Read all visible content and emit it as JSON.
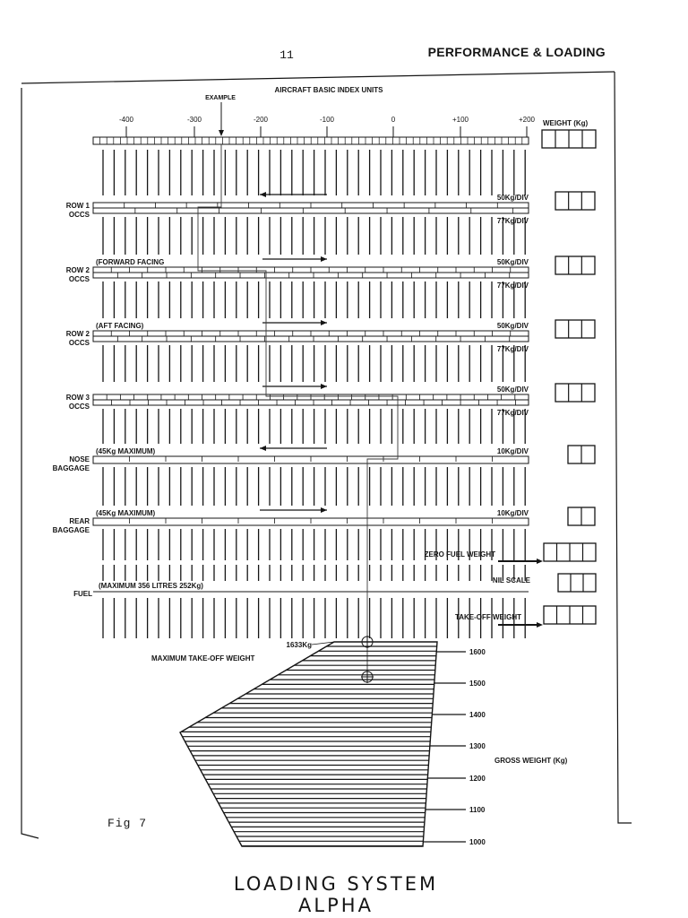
{
  "page": {
    "number": "11",
    "header": "PERFORMANCE & LOADING",
    "figure_label": "Fig 7",
    "caption": "LOADING SYSTEM ALPHA"
  },
  "top_scale": {
    "title": "AIRCRAFT BASIC INDEX UNITS",
    "example_label": "EXAMPLE",
    "ticks": [
      "-400",
      "-300",
      "-200",
      "-100",
      "0",
      "+100",
      "+200"
    ],
    "weight_header": "WEIGHT (Kg)"
  },
  "rows": [
    {
      "label_lines": [
        "ROW 1",
        "OCCS"
      ],
      "note": "",
      "upper_scale": "50Kg/DIV",
      "lower_scale": "77Kg/DIV",
      "arrow": "left"
    },
    {
      "label_lines": [
        "ROW 2",
        "OCCS"
      ],
      "note": "(FORWARD FACING",
      "upper_scale": "50Kg/DIV",
      "lower_scale": "77Kg/DIV",
      "arrow": "right"
    },
    {
      "label_lines": [
        "ROW 2",
        "OCCS"
      ],
      "note": "(AFT FACING)",
      "upper_scale": "50Kg/DIV",
      "lower_scale": "77Kg/DIV",
      "arrow": "right"
    },
    {
      "label_lines": [
        "ROW 3",
        "OCCS"
      ],
      "note": "",
      "upper_scale": "50Kg/DIV",
      "lower_scale": "77Kg/DIV",
      "arrow": "right"
    },
    {
      "label_lines": [
        "NOSE",
        "BAGGAGE"
      ],
      "note": "(45Kg MAXIMUM)",
      "upper_scale": "10Kg/DIV",
      "lower_scale": "",
      "arrow": "left"
    },
    {
      "label_lines": [
        "REAR",
        "BAGGAGE"
      ],
      "note": "(45Kg MAXIMUM)",
      "upper_scale": "10Kg/DIV",
      "lower_scale": "",
      "arrow": "right"
    }
  ],
  "fuel": {
    "label": "FUEL",
    "note": "(MAXIMUM 356 LITRES 252Kg)",
    "nil_scale": "NIL SCALE"
  },
  "zero_fuel_weight": "ZERO FUEL WEIGHT",
  "take_off_weight": "TAKE-OFF WEIGHT",
  "envelope": {
    "max_weight_value": "1633Kg",
    "max_weight_label": "MAXIMUM TAKE-OFF WEIGHT",
    "gross_weight_label": "GROSS WEIGHT (Kg)",
    "gross_ticks": [
      "1600",
      "1500",
      "1400",
      "1300",
      "1200",
      "1100",
      "1000"
    ]
  }
}
